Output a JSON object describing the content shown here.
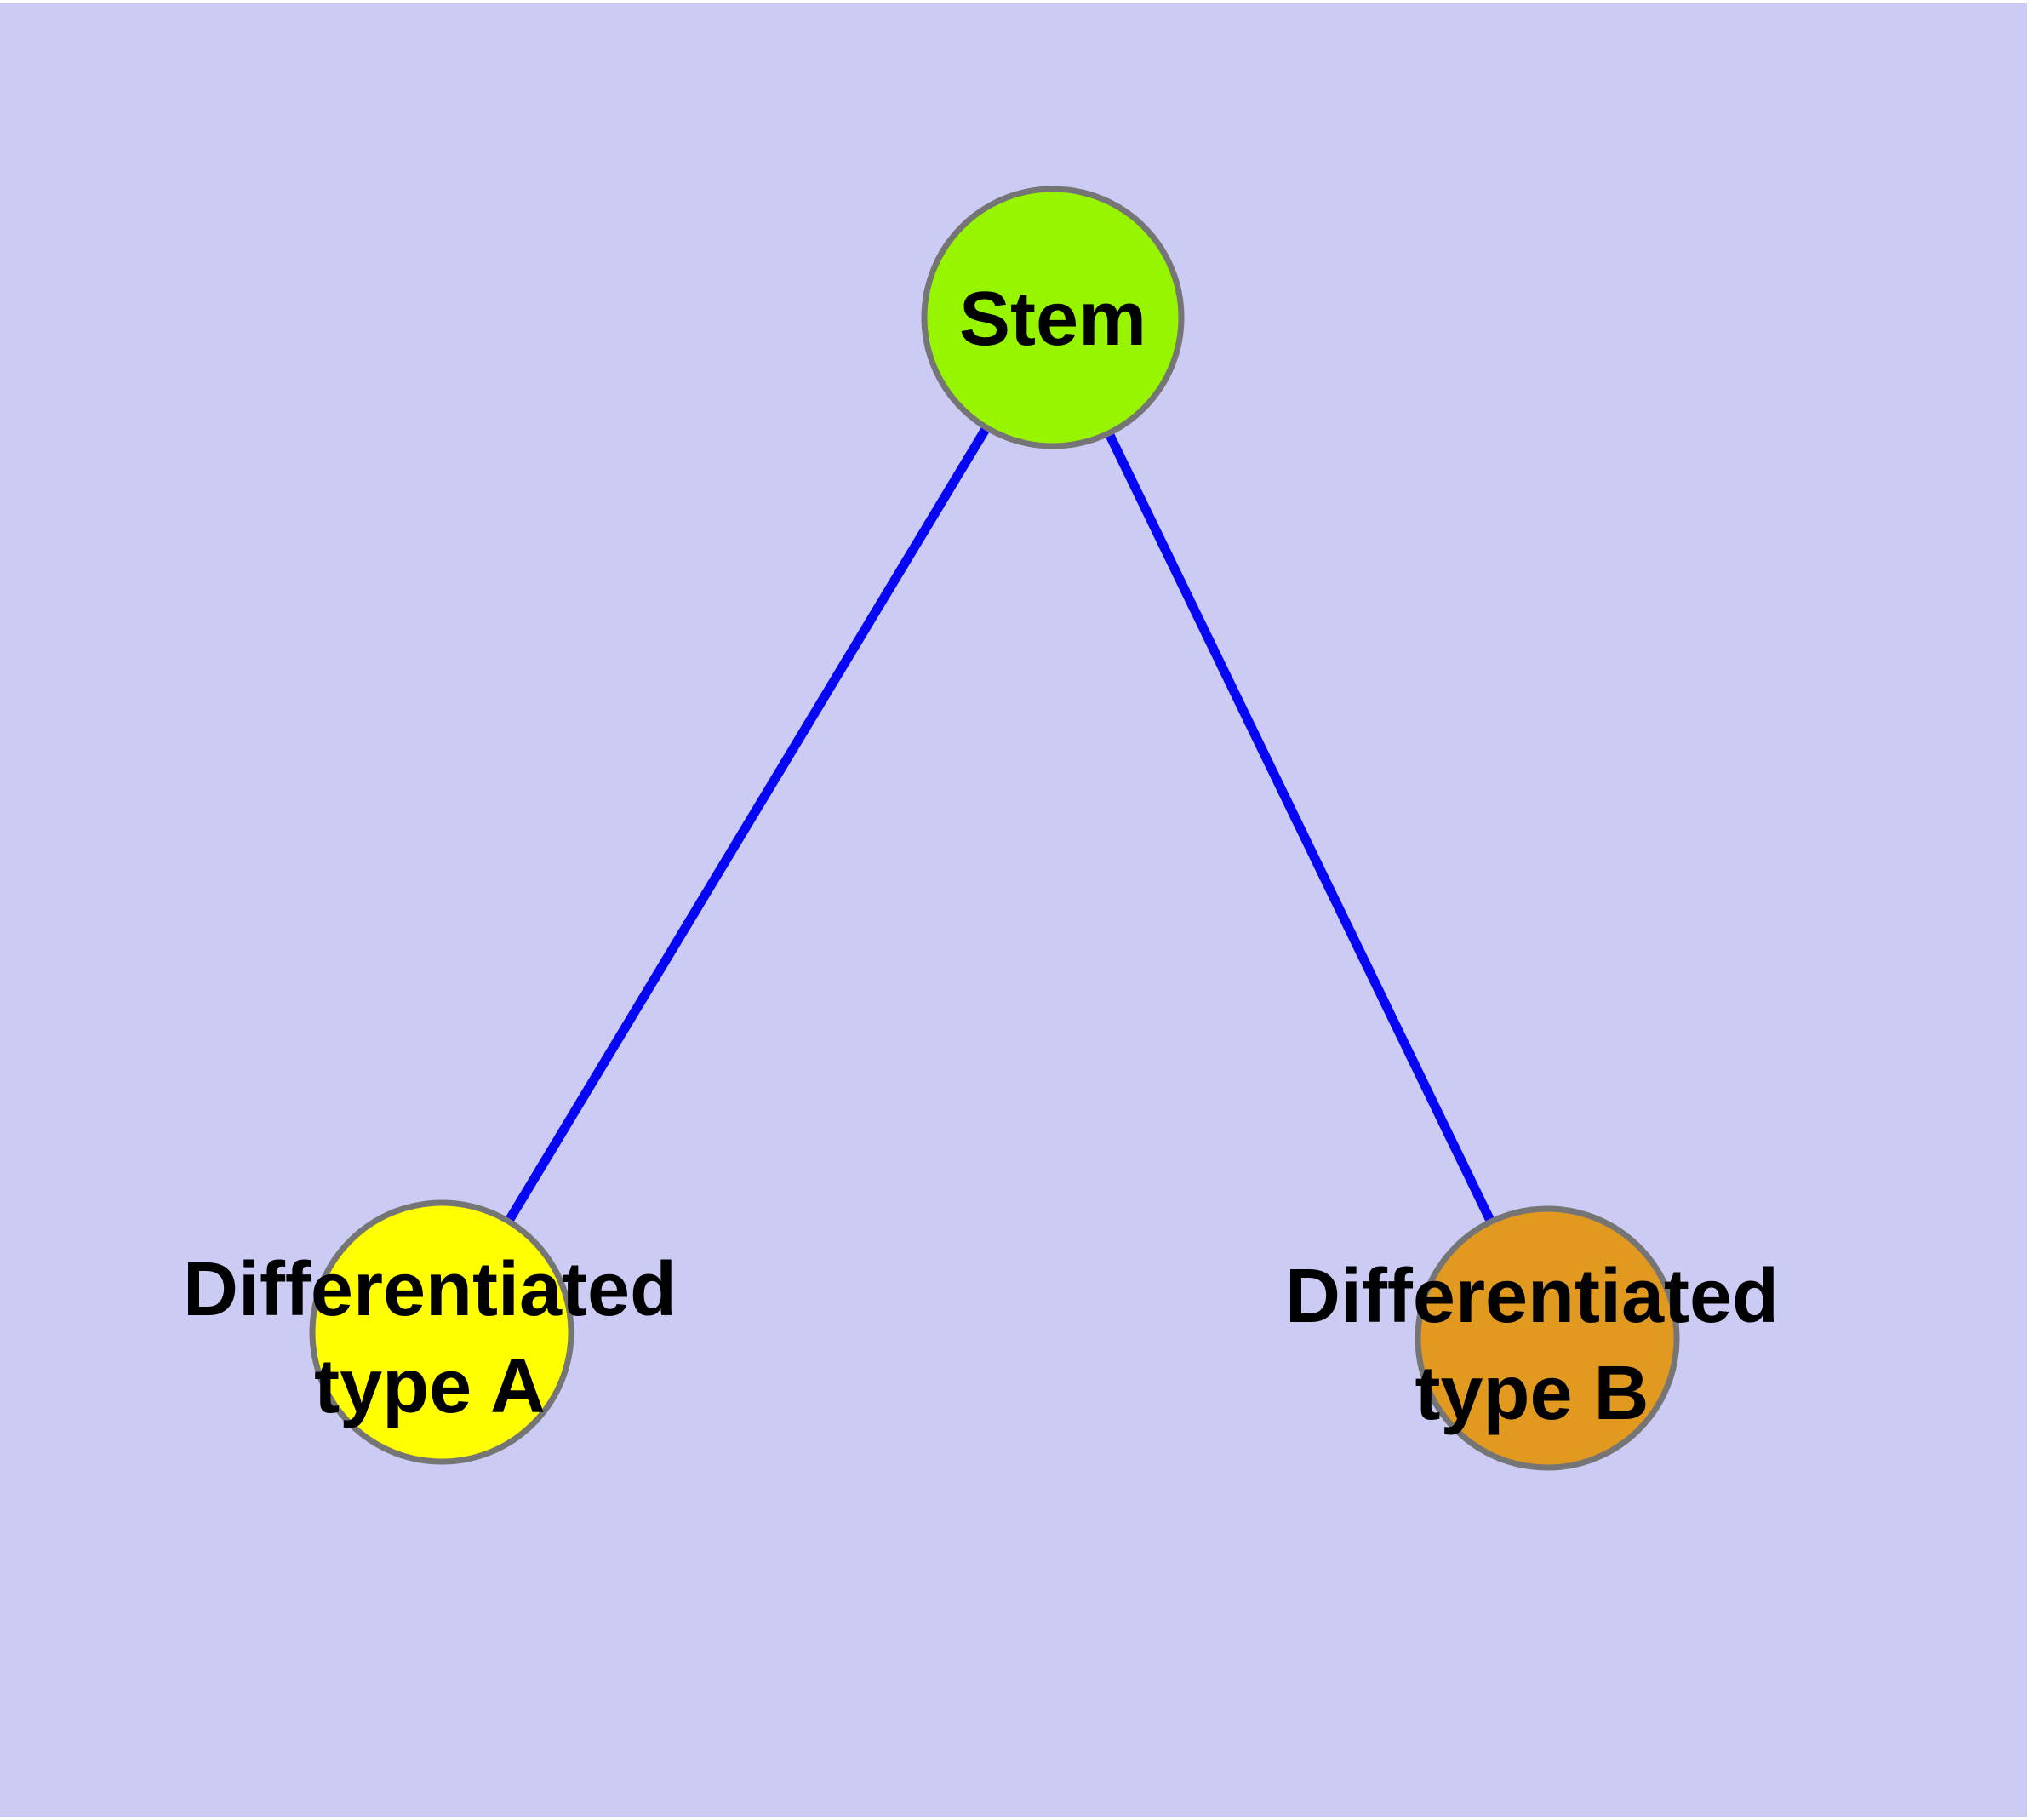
{
  "diagram": {
    "background_color": "#CBCBF4",
    "frame_color": "#FFFFFF",
    "edge_color": "#0606F5",
    "node_border_color": "#757575",
    "label_color": "#000000",
    "nodes": [
      {
        "id": "stem",
        "lines": [
          "Stem"
        ],
        "color": "#97F500"
      },
      {
        "id": "type-a",
        "lines": [
          "Differentiated",
          "type A"
        ],
        "color": "#FFFF00"
      },
      {
        "id": "type-b",
        "lines": [
          "Differentiated",
          "type B"
        ],
        "color": "#E1991F"
      }
    ],
    "edges": [
      {
        "from": "stem",
        "to": "type-a"
      },
      {
        "from": "stem",
        "to": "type-b"
      }
    ]
  }
}
